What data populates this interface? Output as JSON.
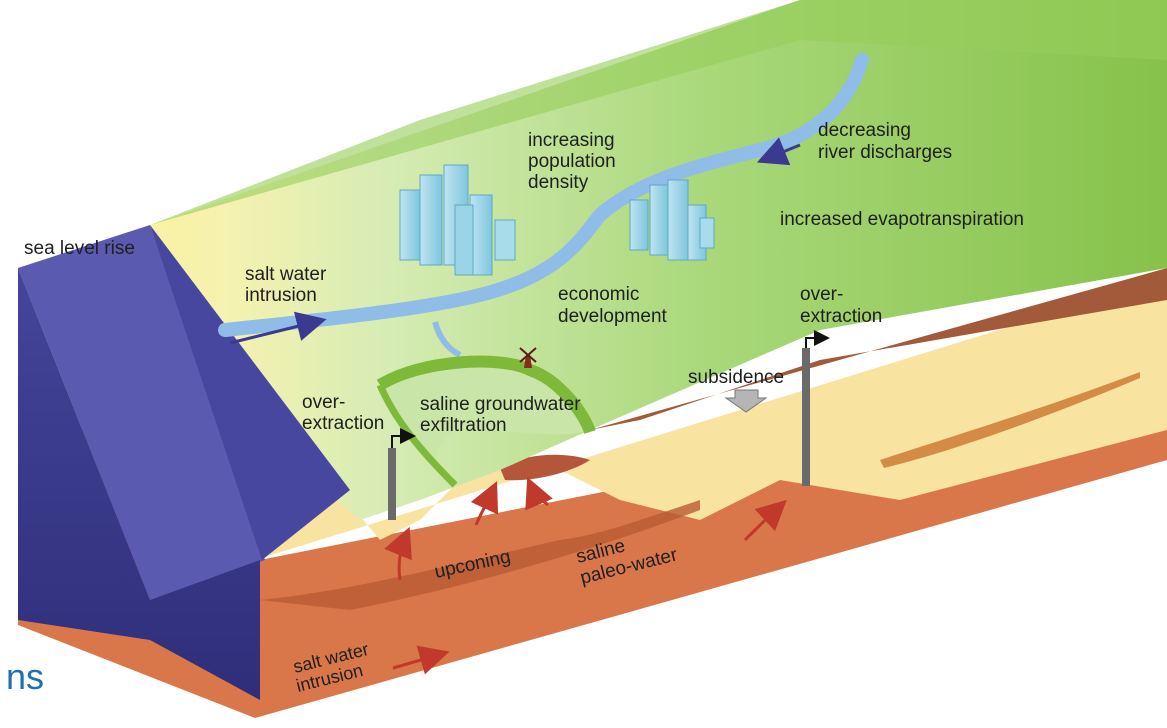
{
  "labels": {
    "sea_level_rise": "sea level rise",
    "salt_water_intrusion_top_1": "salt water",
    "salt_water_intrusion_top_2": "intrusion",
    "increasing_population_1": "increasing",
    "increasing_population_2": "population",
    "increasing_population_3": "density",
    "decreasing_discharge_1": "decreasing",
    "decreasing_discharge_2": "river discharges",
    "evapotranspiration": "increased evapotranspiration",
    "economic_1": "economic",
    "economic_2": "development",
    "over_extraction_right_1": "over-",
    "over_extraction_right_2": "extraction",
    "subsidence": "subsidence",
    "saline_gw_1": "saline groundwater",
    "saline_gw_2": "exfiltration",
    "over_extraction_left_1": "over-",
    "over_extraction_left_2": "extraction",
    "upconing": "upconing",
    "saline_paleo_1": "saline",
    "saline_paleo_2": "paleo-water",
    "salt_water_intrusion_bottom_1": "salt water",
    "salt_water_intrusion_bottom_2": "intrusion"
  },
  "cut_text": "ns",
  "colors": {
    "sea": "#3c3c8c",
    "land_green": "#8cc850",
    "coast_yellow": "#f5ef9a",
    "sand": "#f9e3a0",
    "clay": "#d87a4a",
    "river": "#8fbde8",
    "arrow_red": "#c0392b",
    "arrow_blue": "#3a3a90"
  }
}
